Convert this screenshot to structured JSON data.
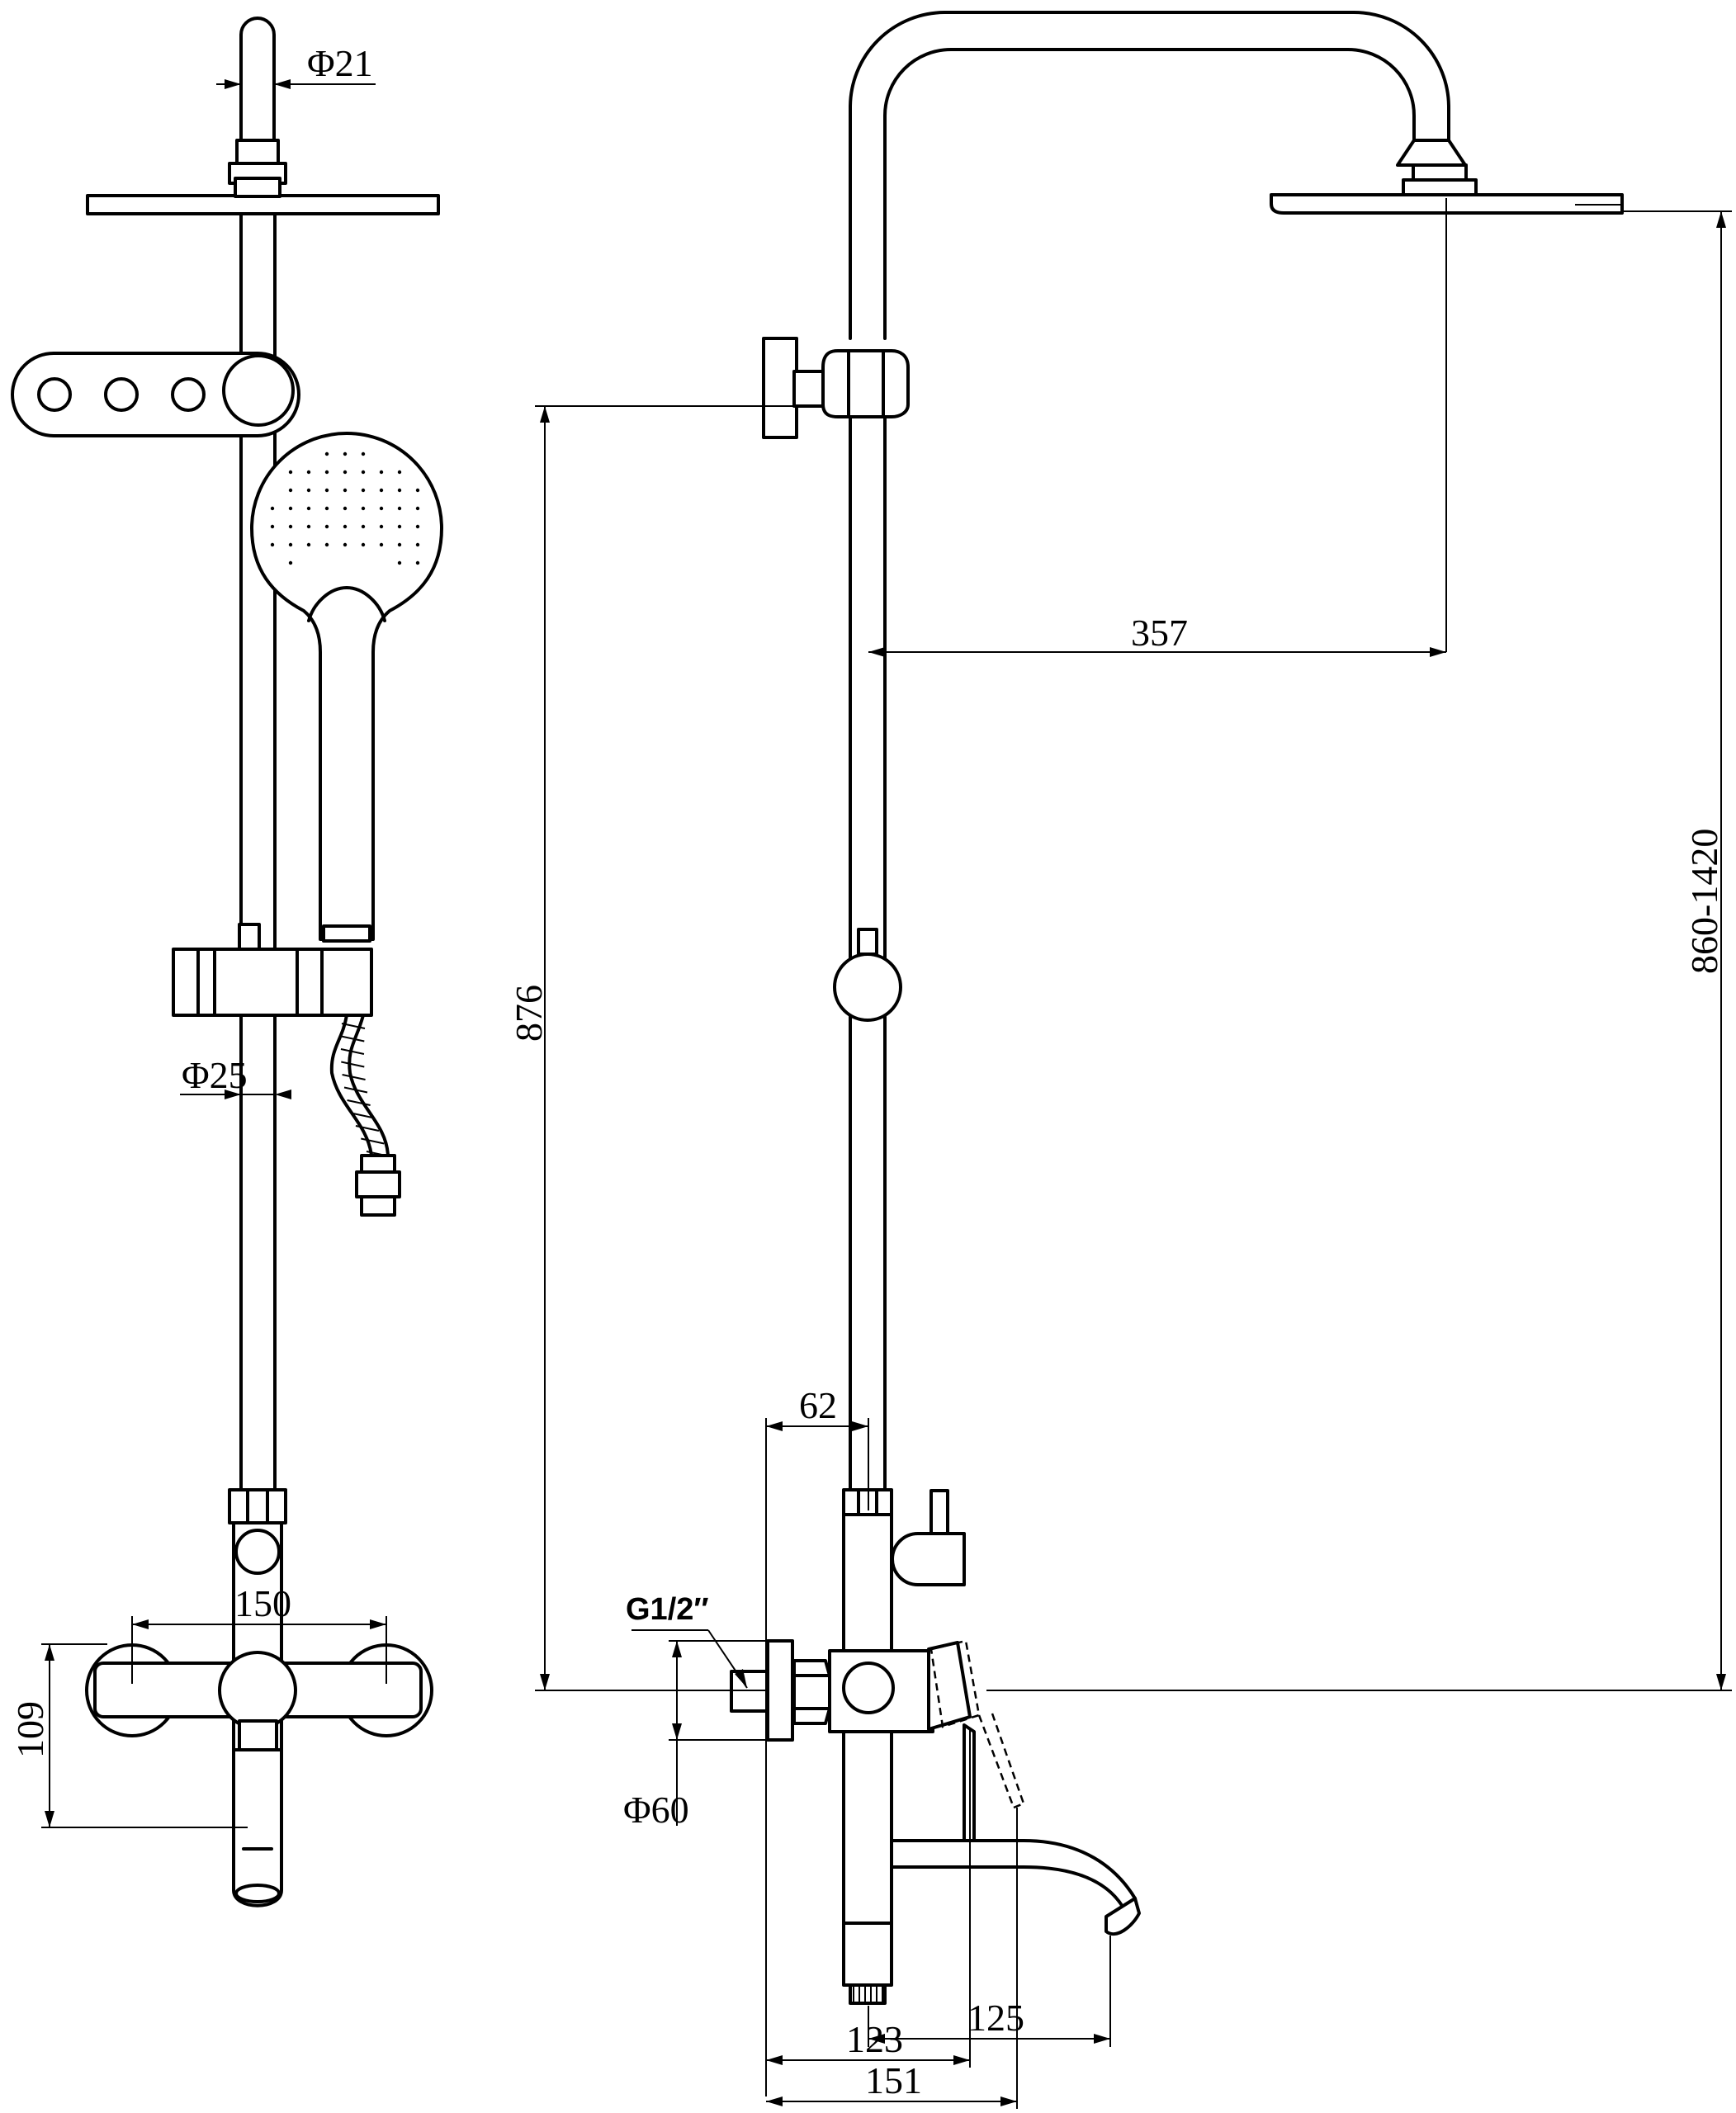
{
  "dimensions": {
    "arm_pipe_diameter": "Φ21",
    "rail_diameter": "Φ25",
    "valve_centers": "150",
    "valve_height": "109",
    "head_reach": "357",
    "mixer_to_head_height": "860-1420",
    "mixer_to_holder_height": "876",
    "wall_offset": "62",
    "inlet_thread": "G1/2″",
    "flange_diameter": "Φ60",
    "spout_projection": "125",
    "handle_projection": "123",
    "overall_depth": "151"
  }
}
